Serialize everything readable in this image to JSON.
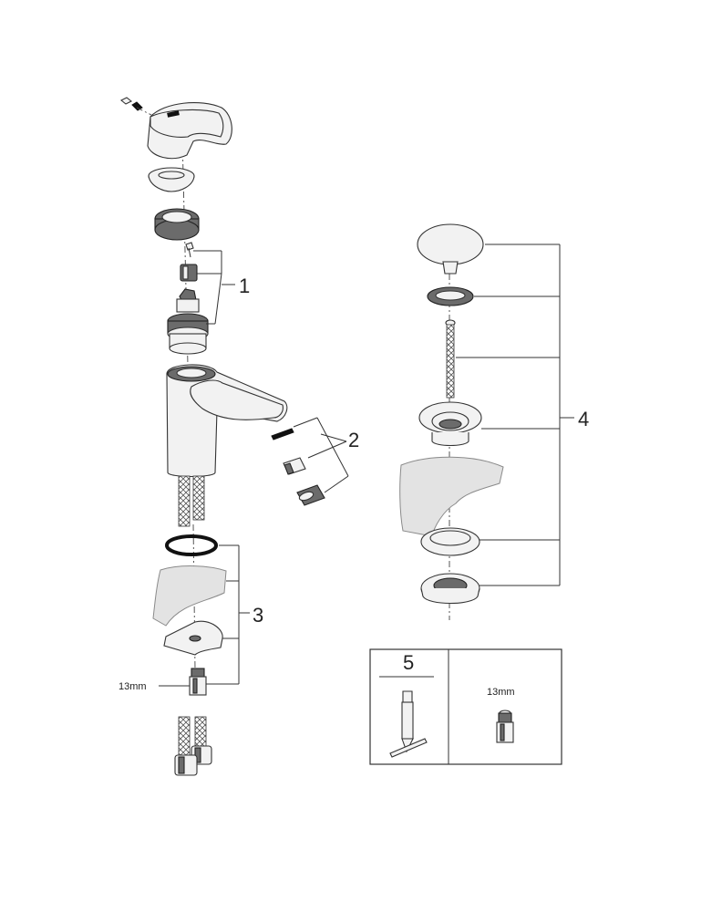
{
  "callouts": {
    "c1": "1",
    "c2": "2",
    "c3": "3",
    "c4": "4",
    "c5": "5"
  },
  "dimensions": {
    "hose_nut_size": "13mm",
    "box_nut_size": "13mm"
  },
  "colors": {
    "line": "#333333",
    "part_fill": "#f2f2f2",
    "shade": "#6b6b6b",
    "ghost_basin": "#e3e3e3"
  }
}
